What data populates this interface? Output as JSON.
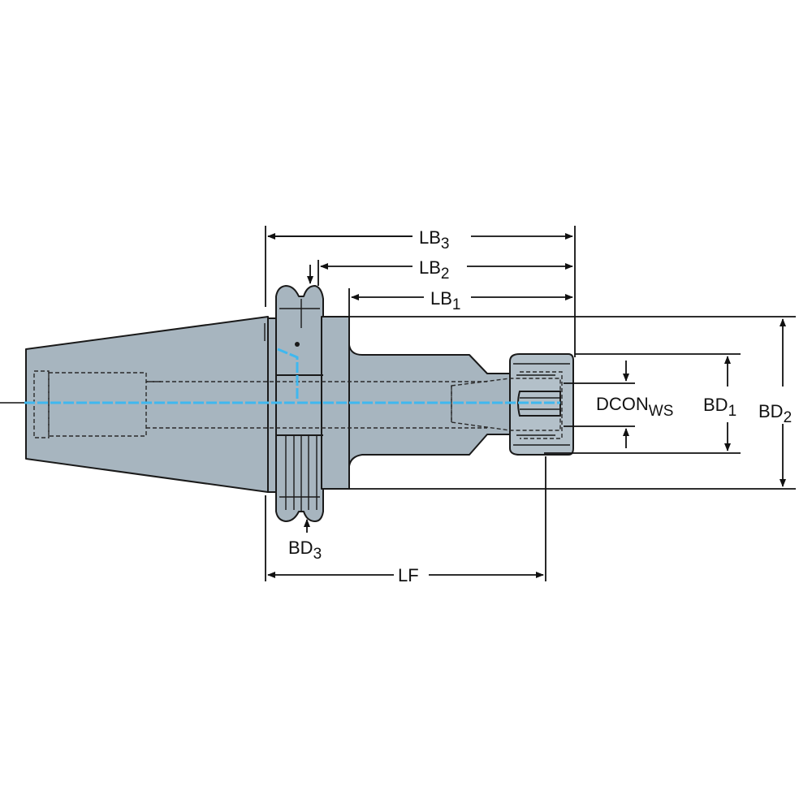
{
  "dimensions": {
    "lb3": {
      "main": "LB",
      "sub": "3"
    },
    "lb2": {
      "main": "LB",
      "sub": "2"
    },
    "lb1": {
      "main": "LB",
      "sub": "1"
    },
    "dcon": {
      "main": "DCON",
      "sub": "WS"
    },
    "bd1": {
      "main": "BD",
      "sub": "1"
    },
    "bd2": {
      "main": "BD",
      "sub": "2"
    },
    "bd3": {
      "main": "BD",
      "sub": "3"
    },
    "lf": {
      "main": "LF",
      "sub": ""
    }
  },
  "colors": {
    "body": "#a7b5bf",
    "coolant": "#3fb8ef",
    "lines": "#111111"
  }
}
